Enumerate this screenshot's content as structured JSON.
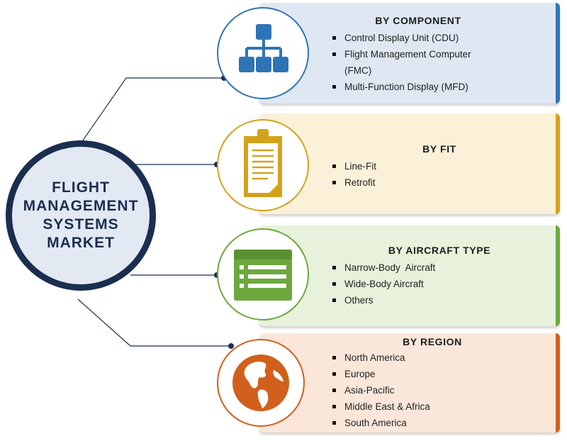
{
  "center": {
    "title_lines": [
      "FLIGHT",
      "MANAGEMENT",
      "SYSTEMS",
      "MARKET"
    ]
  },
  "segments": [
    {
      "title": "BY COMPONENT",
      "icon": "org-chart-icon",
      "accent": "#2e74b5",
      "items": [
        "Control Display Unit (CDU)",
        "Flight Management Computer",
        "(FMC)",
        "Multi-Function Display (MFD)"
      ]
    },
    {
      "title": "BY FIT",
      "icon": "clipboard-icon",
      "accent": "#d3a21b",
      "items": [
        "Line-Fit",
        "Retrofit"
      ]
    },
    {
      "title": "BY AIRCRAFT TYPE",
      "icon": "list-window-icon",
      "accent": "#6ca83e",
      "items": [
        "Narrow-Body  Aircraft",
        "Wide-Body Aircraft",
        "Others"
      ]
    },
    {
      "title": "BY REGION",
      "icon": "globe-icon",
      "accent": "#d1601c",
      "items": [
        "North America",
        "Europe",
        "Asia-Pacific",
        "Middle East & Africa",
        "South America"
      ]
    }
  ]
}
